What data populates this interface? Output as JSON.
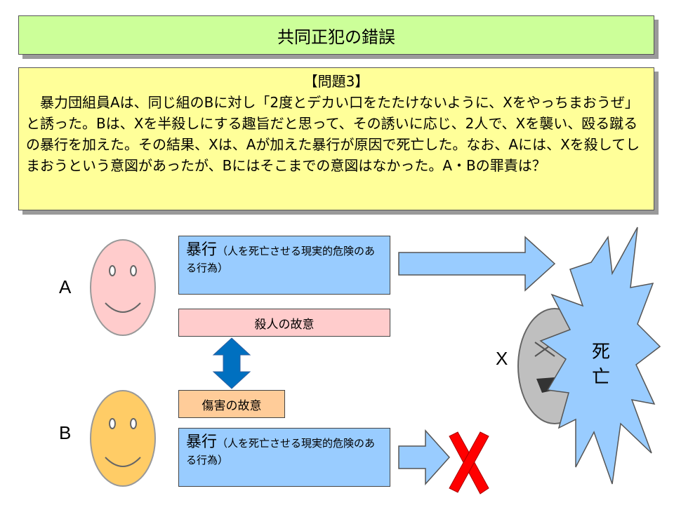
{
  "title": "共同正犯の錯誤",
  "problem": {
    "heading": "【問題3】",
    "body": "暴力団組員Aは、同じ組のBに対し「2度とデカい口をたたけないように、Xをやっちまおうぜ」と誘った。Bは、Xを半殺しにする趣旨だと思って、その誘いに応じ、2人で、Xを襲い、殴る蹴るの暴行を加えた。その結果、Xは、Aが加えた暴行が原因で死亡した。なお、Aには、Xを殺してしまおうという意図があったが、Bにはそこまでの意図はなかった。A・Bの罪責は？"
  },
  "persons": {
    "a": "A",
    "b": "B",
    "x": "X"
  },
  "act_a": {
    "main": "暴行",
    "note": "（人を死亡させる現実的危険のある行為）"
  },
  "act_b": {
    "main": "暴行",
    "note": "（人を死亡させる現実的危険のある行為）"
  },
  "intent_a": "殺人の故意",
  "intent_b": "傷害の故意",
  "death": {
    "line1": "死",
    "line2": "亡"
  },
  "colors": {
    "face_a": "#ffcccc",
    "face_b": "#ffcc66",
    "arrow_blue": "#99ccff",
    "double_arrow": "#0070c0",
    "cross_red": "#ff0000",
    "explosion": "#99ccff",
    "face_x": "#bfbfbf"
  }
}
